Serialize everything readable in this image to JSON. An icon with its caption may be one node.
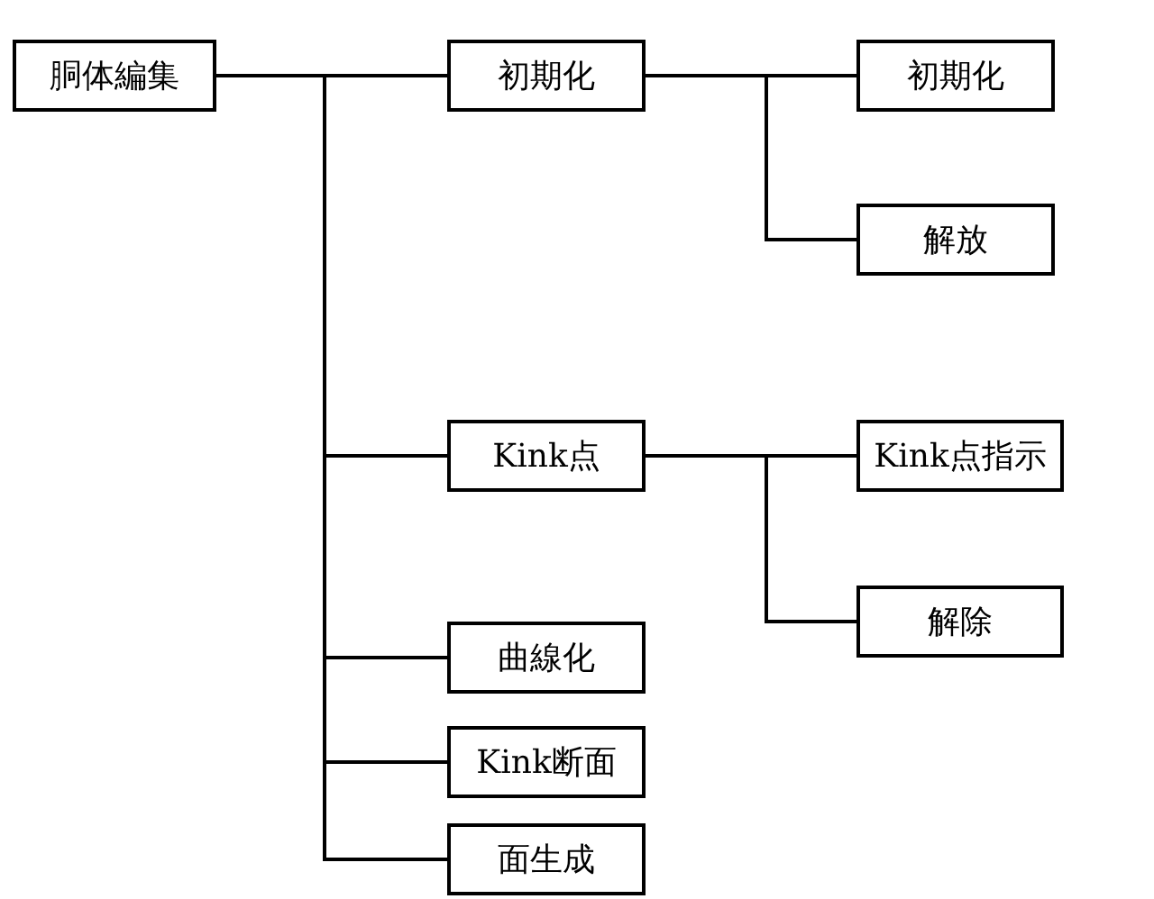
{
  "diagram": {
    "nodes": [
      {
        "text": [
          "胴体編集"
        ]
      },
      {
        "text": [
          "初期化"
        ]
      },
      {
        "text": [
          "初期化"
        ]
      },
      {
        "text": [
          "解放"
        ]
      },
      {
        "text": [
          "Kink点"
        ]
      },
      {
        "text": [
          "Kink点指示"
        ]
      },
      {
        "text": [
          "解除"
        ]
      },
      {
        "text": [
          "曲線化"
        ]
      },
      {
        "text": [
          "Kink断面"
        ]
      },
      {
        "text": [
          "面生成"
        ]
      }
    ],
    "edges": [
      {
        "from": 0,
        "to": 1,
        "arrow": "none"
      },
      {
        "from": 1,
        "to": 2,
        "arrow": "none"
      },
      {
        "from": 1,
        "to": 3,
        "arrow": "none"
      },
      {
        "from": 0,
        "to": 4,
        "arrow": "none"
      },
      {
        "from": 4,
        "to": 5,
        "arrow": "none"
      },
      {
        "from": 4,
        "to": 6,
        "arrow": "none"
      },
      {
        "from": 0,
        "to": 7,
        "arrow": "none"
      },
      {
        "from": 0,
        "to": 8,
        "arrow": "none"
      },
      {
        "from": 0,
        "to": 9,
        "arrow": "none"
      }
    ]
  }
}
